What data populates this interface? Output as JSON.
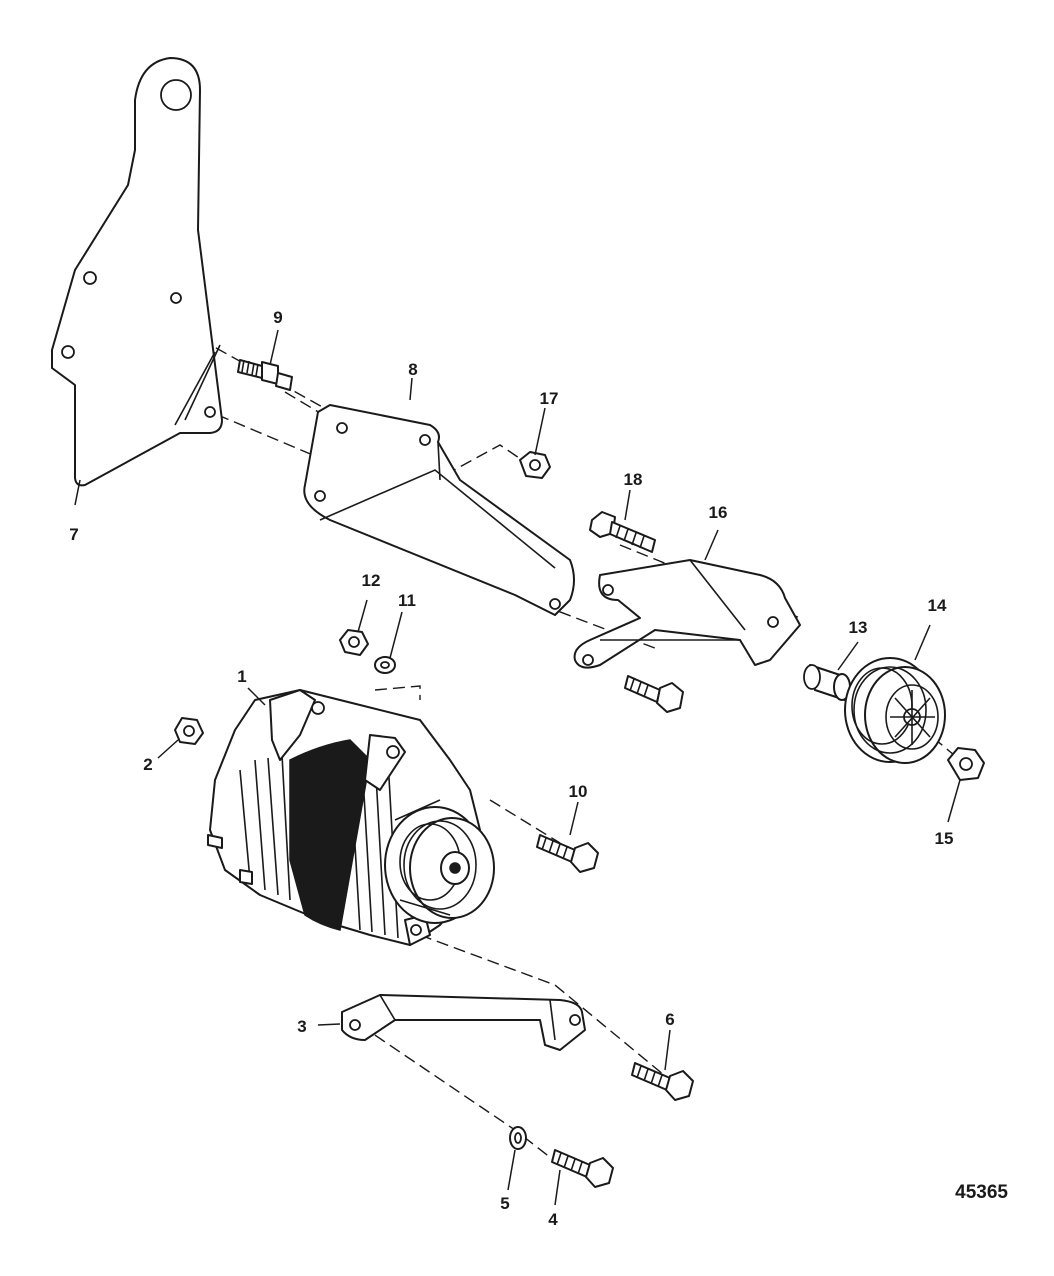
{
  "figure_number": "45365",
  "callouts": {
    "c1": "1",
    "c2": "2",
    "c3": "3",
    "c4": "4",
    "c5": "5",
    "c6": "6",
    "c7": "7",
    "c8": "8",
    "c9": "9",
    "c10": "10",
    "c11": "11",
    "c12": "12",
    "c13": "13",
    "c14": "14",
    "c15": "15",
    "c16": "16",
    "c17": "17",
    "c18": "18"
  }
}
